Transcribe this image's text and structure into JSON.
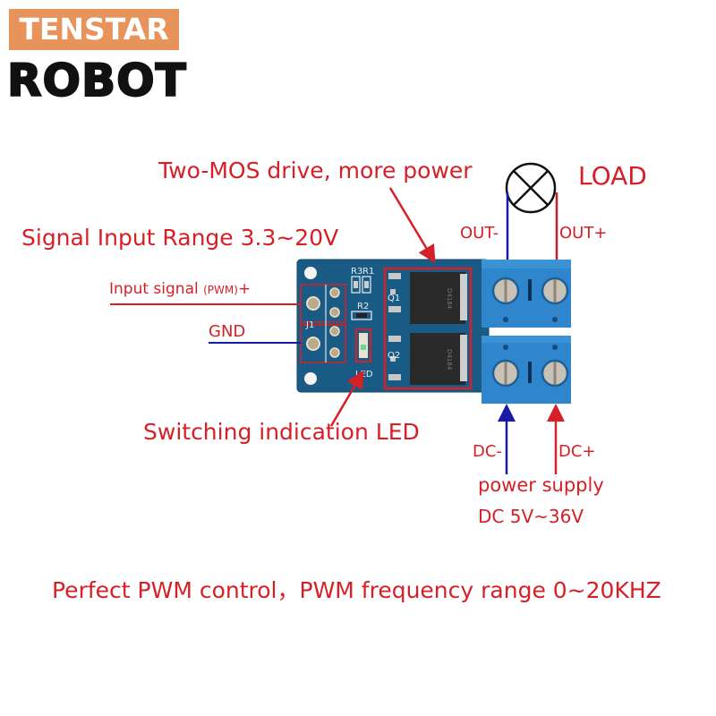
{
  "brand": {
    "line1": "TENSTAR",
    "line2": "ROBOT",
    "accent_color": "#e8935a"
  },
  "labels": {
    "two_mos": "Two-MOS drive, more power",
    "load": "LOAD",
    "signal_range": "Signal Input Range  3.3~20V",
    "out_minus": "OUT-",
    "out_plus": "OUT+",
    "input_signal": "Input signal",
    "input_signal_pwm": "(PWM)",
    "input_signal_plus": "+",
    "gnd": "GND",
    "led_indication": "Switching indication LED",
    "dc_minus": "DC-",
    "dc_plus": "DC+",
    "power_supply": "power supply",
    "dc_range": "DC 5V~36V",
    "pwm_control": "Perfect PWM control，PWM frequency range 0~20KHZ"
  },
  "board": {
    "silkscreen": {
      "r3": "R3",
      "r1": "R1",
      "r2": "R2",
      "j1": "J1",
      "led": "LED",
      "q1": "Q1",
      "q2": "Q2",
      "mosfet_marking": "D4184"
    }
  },
  "colors": {
    "label_red": "#d61f26",
    "wire_blue": "#1a1aa8",
    "pcb_blue": "#1a5b86",
    "terminal_blue": "#2f86cc"
  }
}
